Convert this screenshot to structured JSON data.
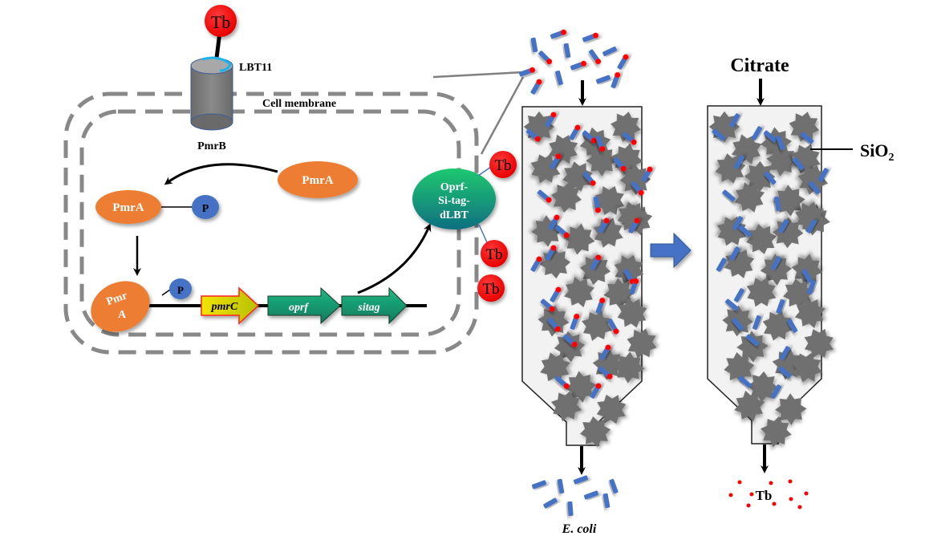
{
  "labels": {
    "tb_top": "Tb",
    "lbt11": "LBT11",
    "pmrb": "PmrB",
    "cell_membrane": "Cell membrane",
    "pmra_free": "PmrA",
    "pmra_phos": "PmrA",
    "phosphate_1": "P",
    "pmra_bound_line1": "Pmr",
    "pmra_bound_line2": "A",
    "phosphate_2": "P",
    "gene_pmrc": "pmrC",
    "gene_oprf": "oprf",
    "gene_sitag": "sitag",
    "fusion_line1": "Oprf-",
    "fusion_line2": "Si-tag-",
    "fusion_line3": "dLBT",
    "tb_1": "Tb",
    "tb_2": "Tb",
    "tb_3": "Tb",
    "citrate": "Citrate",
    "sio2_main": "SiO",
    "sio2_sub": "2",
    "ecoli": "E. coli",
    "tb_eluate": "Tb"
  },
  "colors": {
    "terbium": "#ff0000",
    "pmra": "#ed7d31",
    "phosphate": "#4472c4",
    "bacteria": "#4472c4",
    "gene_green": "#16a075",
    "pmrc_fill": "#e8e000",
    "pmrc_stroke": "#ff2020",
    "silica": "#707070",
    "column_fill": "#f2f2f2",
    "membrane": "#888888",
    "flow_arrow": "#4472c4",
    "lbt_tag": "#19b4ec"
  }
}
